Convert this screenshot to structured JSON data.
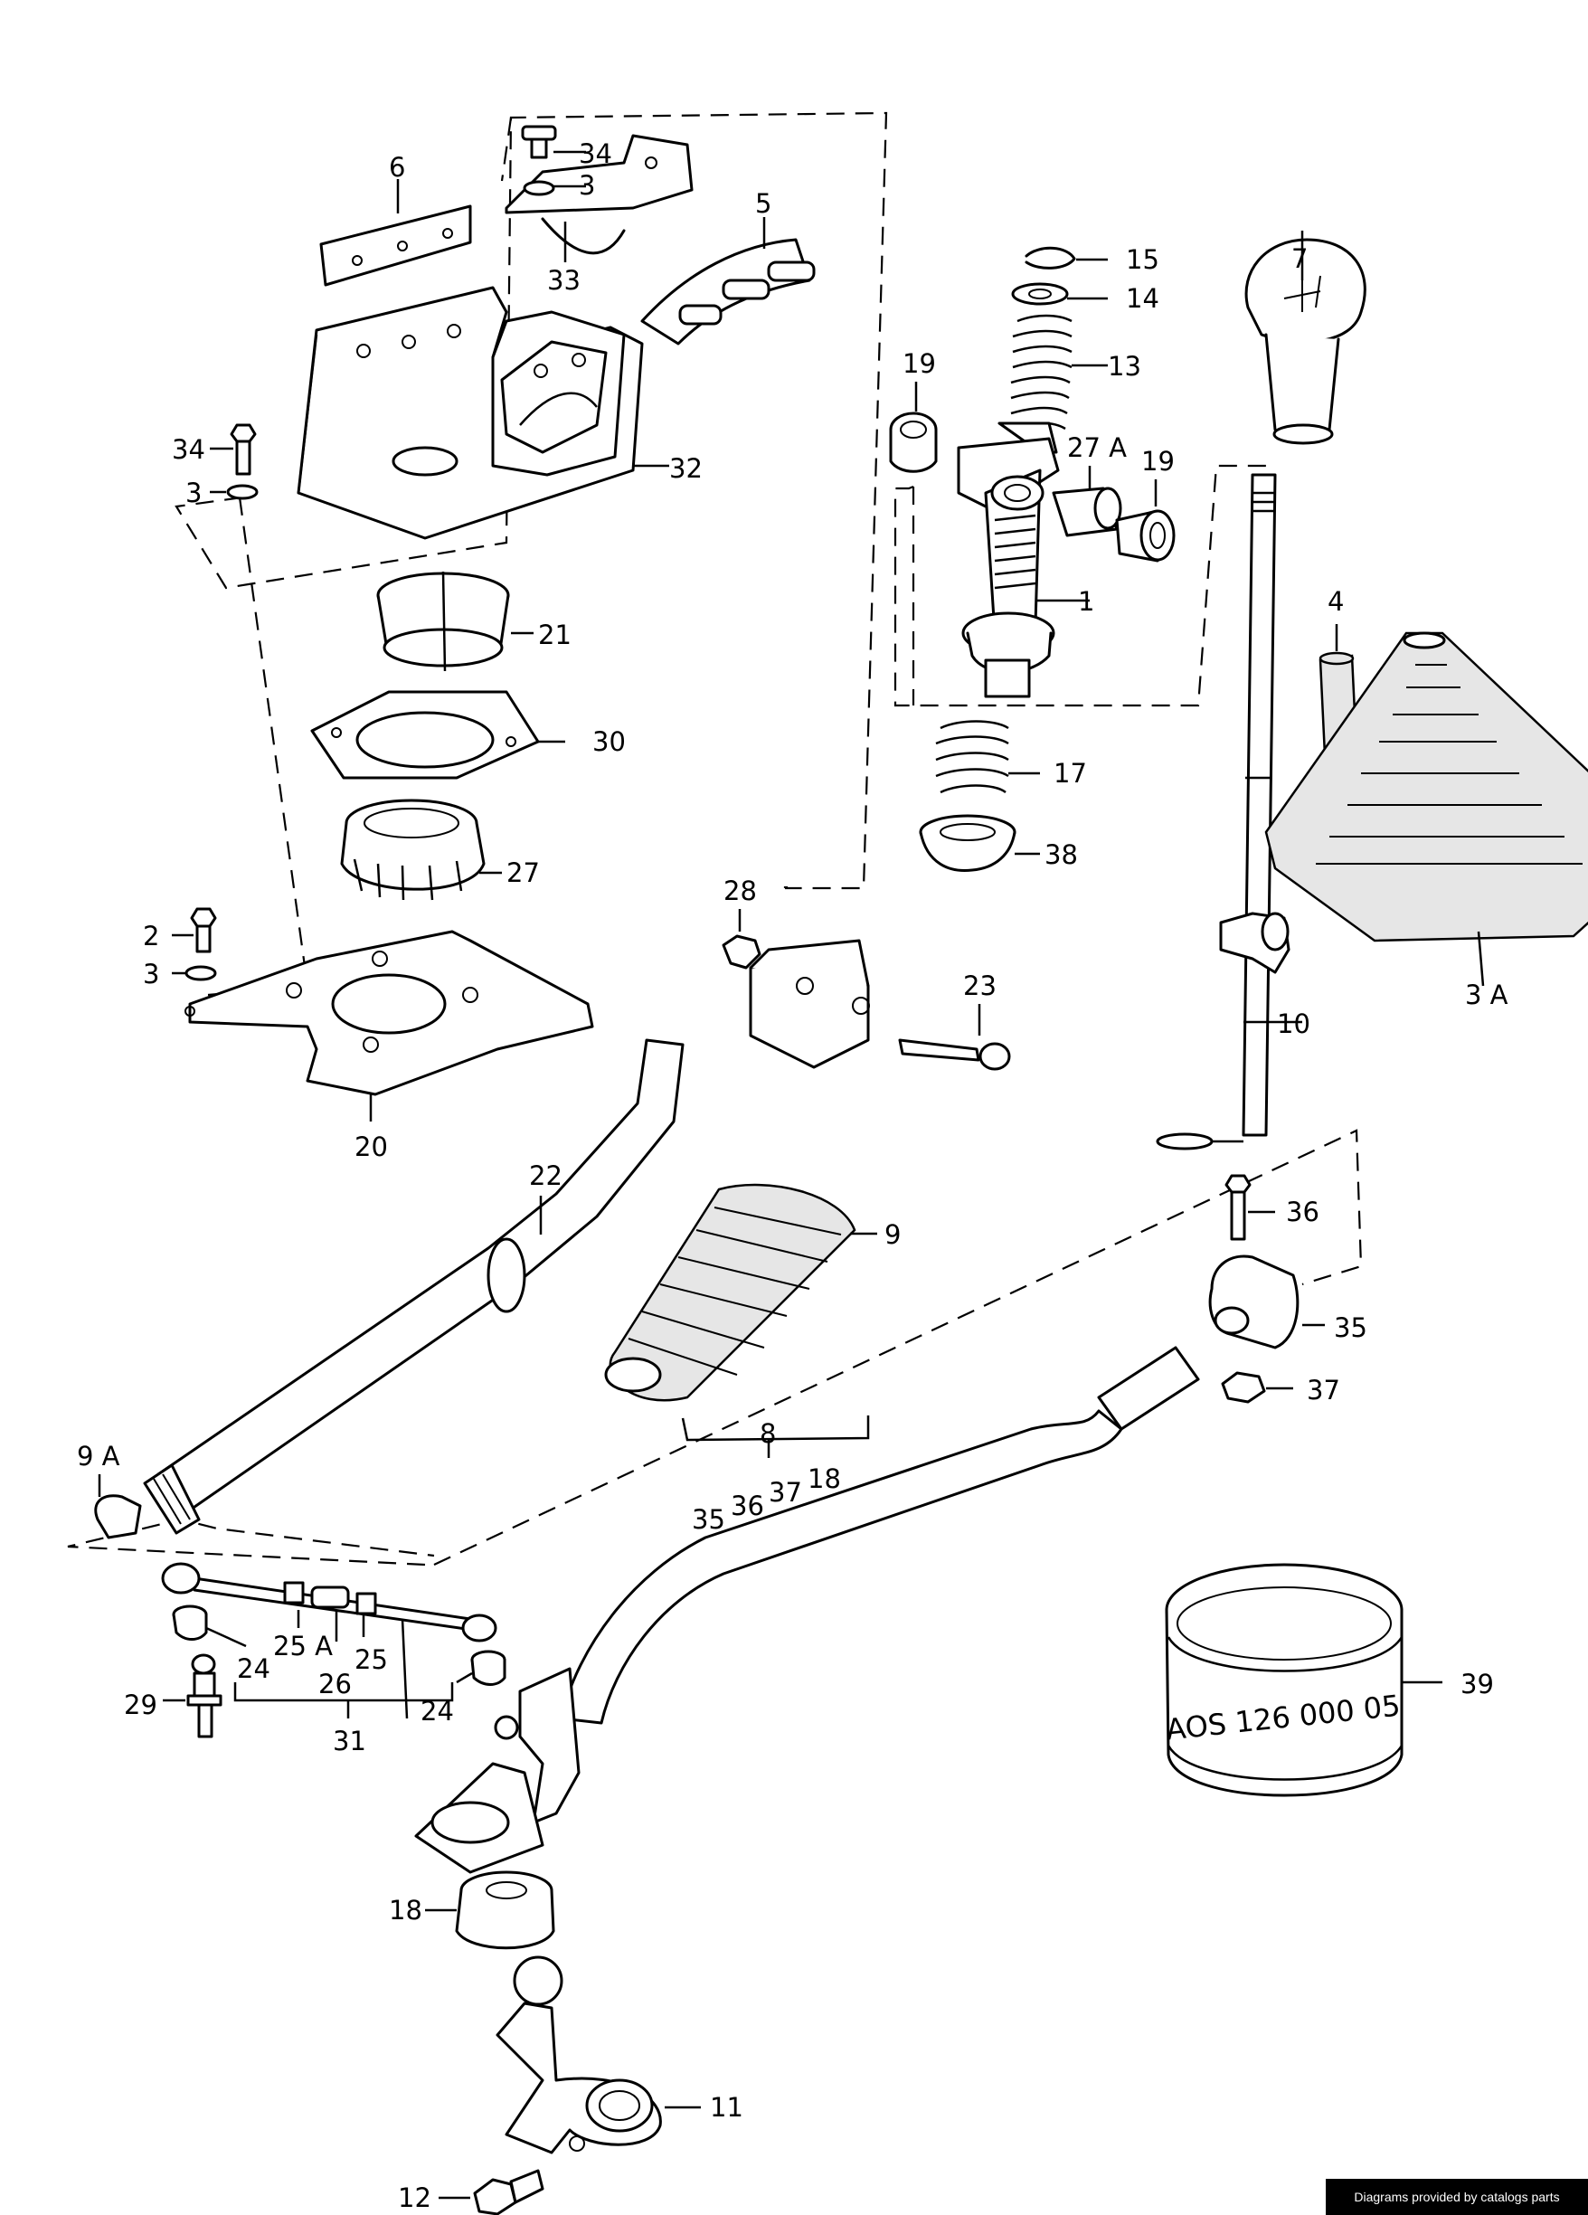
{
  "credit": "Diagrams provided by catalogs parts",
  "stamp": "AOS 126 000 05",
  "callouts": [
    {
      "id": "c6",
      "label": "6"
    },
    {
      "id": "c34a",
      "label": "34"
    },
    {
      "id": "c3a",
      "label": "3"
    },
    {
      "id": "c33",
      "label": "33"
    },
    {
      "id": "c5",
      "label": "5"
    },
    {
      "id": "c15",
      "label": "15"
    },
    {
      "id": "c14",
      "label": "14"
    },
    {
      "id": "c13",
      "label": "13"
    },
    {
      "id": "c7",
      "label": "7"
    },
    {
      "id": "c19a",
      "label": "19"
    },
    {
      "id": "c27a",
      "label": "27 A"
    },
    {
      "id": "c19b",
      "label": "19"
    },
    {
      "id": "c1",
      "label": "1"
    },
    {
      "id": "c34b",
      "label": "34"
    },
    {
      "id": "c3b",
      "label": "3"
    },
    {
      "id": "c32",
      "label": "32"
    },
    {
      "id": "c21",
      "label": "21"
    },
    {
      "id": "c4",
      "label": "4"
    },
    {
      "id": "c30",
      "label": "30"
    },
    {
      "id": "c17",
      "label": "17"
    },
    {
      "id": "c27",
      "label": "27"
    },
    {
      "id": "c38",
      "label": "38"
    },
    {
      "id": "c28",
      "label": "28"
    },
    {
      "id": "c2",
      "label": "2"
    },
    {
      "id": "c3c",
      "label": "3"
    },
    {
      "id": "c3A",
      "label": "3 A"
    },
    {
      "id": "c23",
      "label": "23"
    },
    {
      "id": "c10",
      "label": "10"
    },
    {
      "id": "c20",
      "label": "20"
    },
    {
      "id": "c22",
      "label": "22"
    },
    {
      "id": "c36",
      "label": "36"
    },
    {
      "id": "c9",
      "label": "9"
    },
    {
      "id": "c35",
      "label": "35"
    },
    {
      "id": "c37",
      "label": "37"
    },
    {
      "id": "c8",
      "label": "8"
    },
    {
      "id": "c9A",
      "label": "9 A"
    },
    {
      "id": "g35",
      "label": "35"
    },
    {
      "id": "g36",
      "label": "36"
    },
    {
      "id": "g37",
      "label": "37"
    },
    {
      "id": "g18",
      "label": "18"
    },
    {
      "id": "c25A",
      "label": "25 A"
    },
    {
      "id": "c25",
      "label": "25"
    },
    {
      "id": "c24a",
      "label": "24"
    },
    {
      "id": "c26",
      "label": "26"
    },
    {
      "id": "c29",
      "label": "29"
    },
    {
      "id": "c24b",
      "label": "24"
    },
    {
      "id": "c31",
      "label": "31"
    },
    {
      "id": "c39",
      "label": "39"
    },
    {
      "id": "c18",
      "label": "18"
    },
    {
      "id": "c11",
      "label": "11"
    },
    {
      "id": "c12",
      "label": "12"
    }
  ]
}
